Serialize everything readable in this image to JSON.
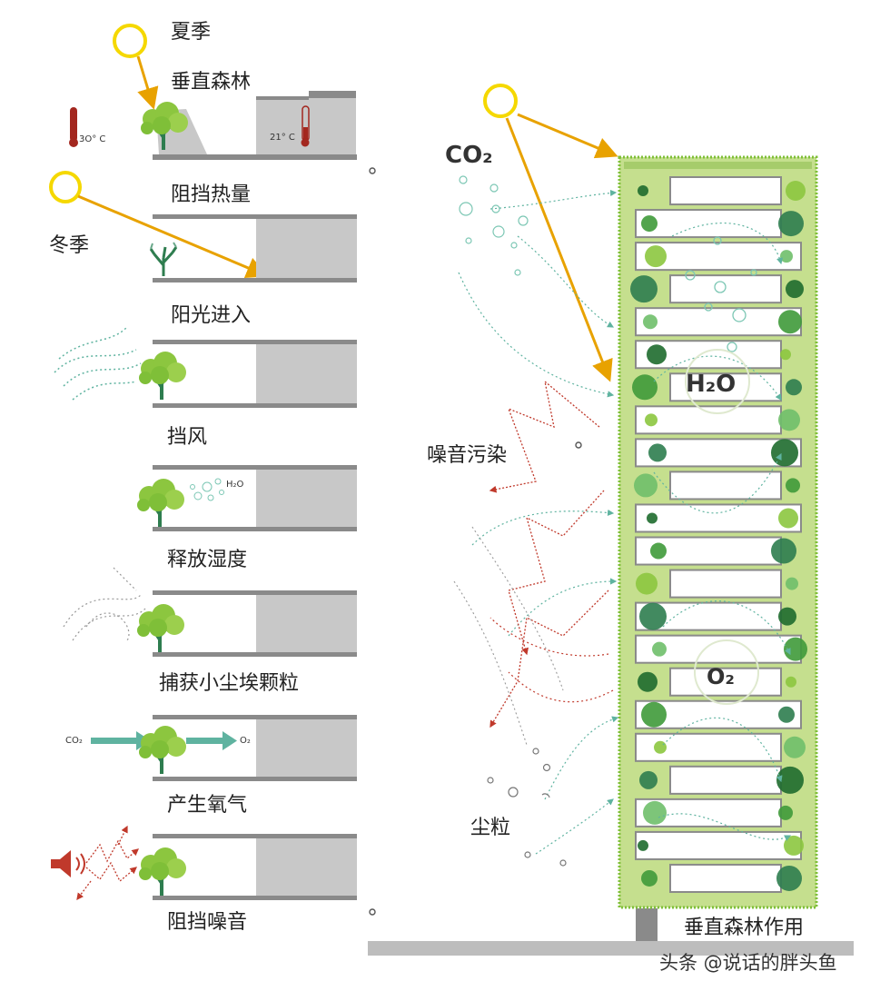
{
  "left_panels": {
    "summer_title": "夏季",
    "vertical_forest": "垂直森林",
    "temp_hot": "3O° C",
    "temp_cool": "21° C",
    "block_heat": "阻挡热量",
    "winter_title": "冬季",
    "sunlight_enter": "阳光进入",
    "block_wind": "挡风",
    "h2o_small": "H₂O",
    "release_humidity": "释放湿度",
    "capture_dust": "捕获小尘埃颗粒",
    "co2_small": "CO₂",
    "o2_small": "O₂",
    "produce_oxygen": "产生氧气",
    "block_noise": "阻挡噪音"
  },
  "right_panel": {
    "co2": "CO₂",
    "h2o": "H₂O",
    "o2": "O₂",
    "noise_pollution": "噪音污染",
    "dust": "尘粒",
    "title": "垂直森林作用"
  },
  "watermark": "头条 @说话的胖头鱼",
  "colors": {
    "tree_green": "#8cc63f",
    "dark_green": "#1e6b2e",
    "trunk": "#2e7d4f",
    "sun": "#f5d800",
    "arrow_orange": "#e8a200",
    "wall_grey": "#c8c8c8",
    "floor_grey": "#8a8a8a",
    "building_green": "#c5df8e",
    "thermometer_red": "#a3271f",
    "flow_teal": "#5fb3a0",
    "noise_red": "#c0392b"
  }
}
